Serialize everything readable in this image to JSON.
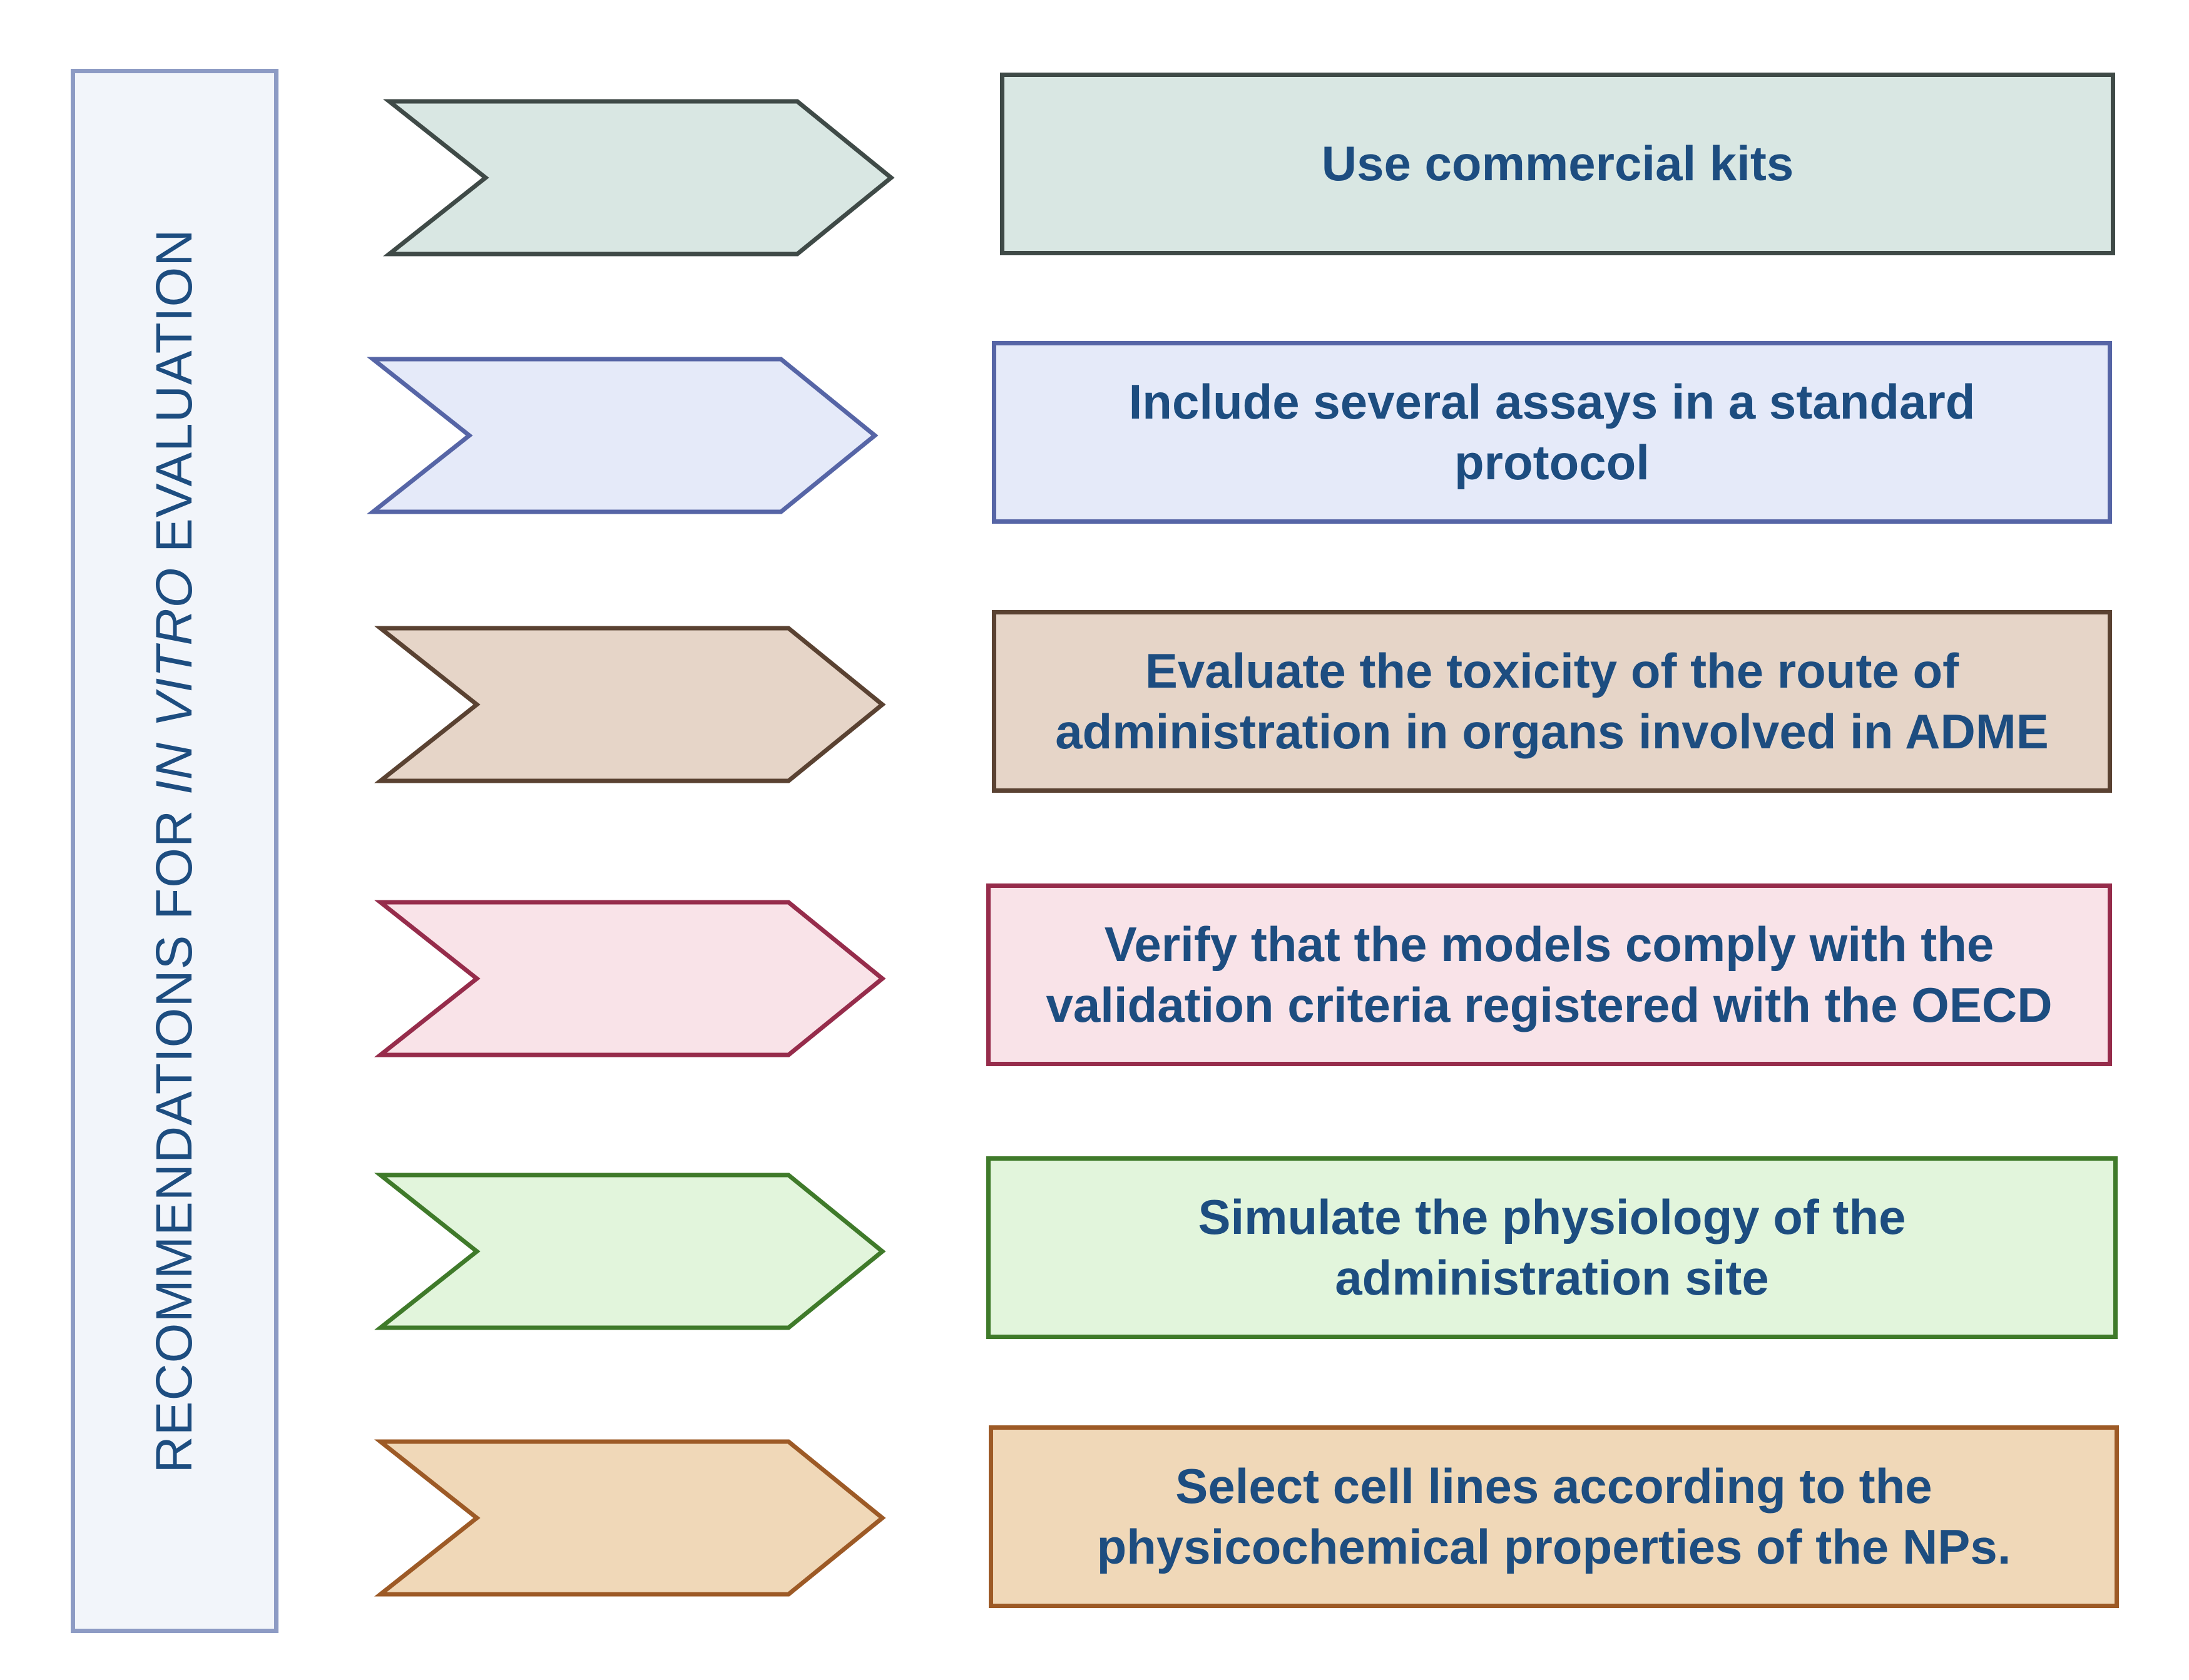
{
  "side_label": {
    "prefix": "RECOMMENDATIONS FOR ",
    "italic": "IN VITRO",
    "suffix": " EVALUATION"
  },
  "colors": {
    "text": "#1d4d80",
    "side_border": "#8d9bc4",
    "side_fill": "#f2f5fa"
  },
  "items": [
    {
      "text": "Use commercial kits",
      "fill": "#d9e7e3",
      "stroke": "#3f4a47",
      "chevron_fill": "#d9e7e3",
      "chevron_stroke": "#3f4a47"
    },
    {
      "text": "Include several assays in a standard protocol",
      "fill": "#e5eaf9",
      "stroke": "#5665a6",
      "chevron_fill": "#e5eaf9",
      "chevron_stroke": "#5665a6"
    },
    {
      "text": "Evaluate the toxicity of the route of administration in organs involved in ADME",
      "fill": "#e6d5c8",
      "stroke": "#5a4232",
      "chevron_fill": "#e6d5c8",
      "chevron_stroke": "#5a4232"
    },
    {
      "text": "Verify that the models comply with the validation criteria registered with the OECD",
      "fill": "#f9e3e8",
      "stroke": "#962c4b",
      "chevron_fill": "#f9e3e8",
      "chevron_stroke": "#962c4b"
    },
    {
      "text": "Simulate the physiology of the administration site",
      "fill": "#e2f5dc",
      "stroke": "#3f7a2a",
      "chevron_fill": "#e2f5dc",
      "chevron_stroke": "#3f7a2a"
    },
    {
      "text": "Select cell lines according to the physicochemical properties of the NPs.",
      "fill": "#f0d8b8",
      "stroke": "#9d5a26",
      "chevron_fill": "#f0d8b8",
      "chevron_stroke": "#9d5a26"
    }
  ]
}
